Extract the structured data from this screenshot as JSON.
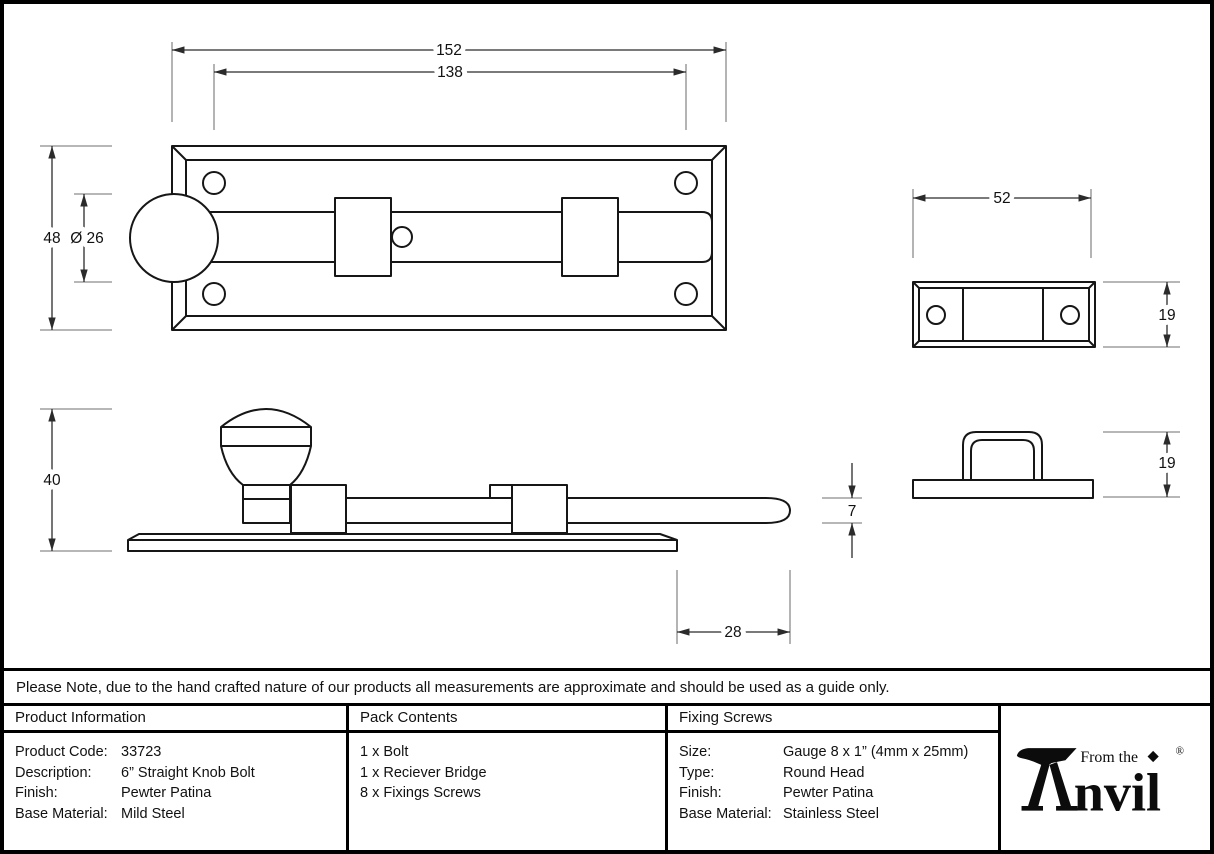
{
  "drawing": {
    "dims": {
      "plate_length": "152",
      "hole_spacing": "138",
      "plate_width": "48",
      "knob_diameter": "Ø 26",
      "bolt_height": "40",
      "rod_diameter": "7",
      "throw": "28",
      "keep_width": "52",
      "keep_plan_height": "19",
      "keep_side_height": "19"
    }
  },
  "note": "Please Note, due to the hand crafted nature of our products all measurements are approximate and should be used as a guide only.",
  "table": {
    "product_information": {
      "title": "Product Information",
      "rows": [
        {
          "label": "Product Code:",
          "value": "33723"
        },
        {
          "label": "Description:",
          "value": "6” Straight Knob Bolt"
        },
        {
          "label": "Finish:",
          "value": "Pewter Patina"
        },
        {
          "label": "Base Material:",
          "value": "Mild Steel"
        }
      ]
    },
    "pack_contents": {
      "title": "Pack Contents",
      "items": [
        "1 x Bolt",
        "1 x Reciever Bridge",
        "8 x Fixings Screws"
      ]
    },
    "fixing_screws": {
      "title": "Fixing Screws",
      "rows": [
        {
          "label": "Size:",
          "value": "Gauge 8 x 1” (4mm x 25mm)"
        },
        {
          "label": "Type:",
          "value": "Round Head"
        },
        {
          "label": "Finish:",
          "value": "Pewter Patina"
        },
        {
          "label": "Base Material:",
          "value": "Stainless Steel"
        }
      ]
    }
  },
  "logo": {
    "brand": "Anvil",
    "prefix": "From the",
    "brand_suffix": "nvil",
    "registered": "®"
  }
}
